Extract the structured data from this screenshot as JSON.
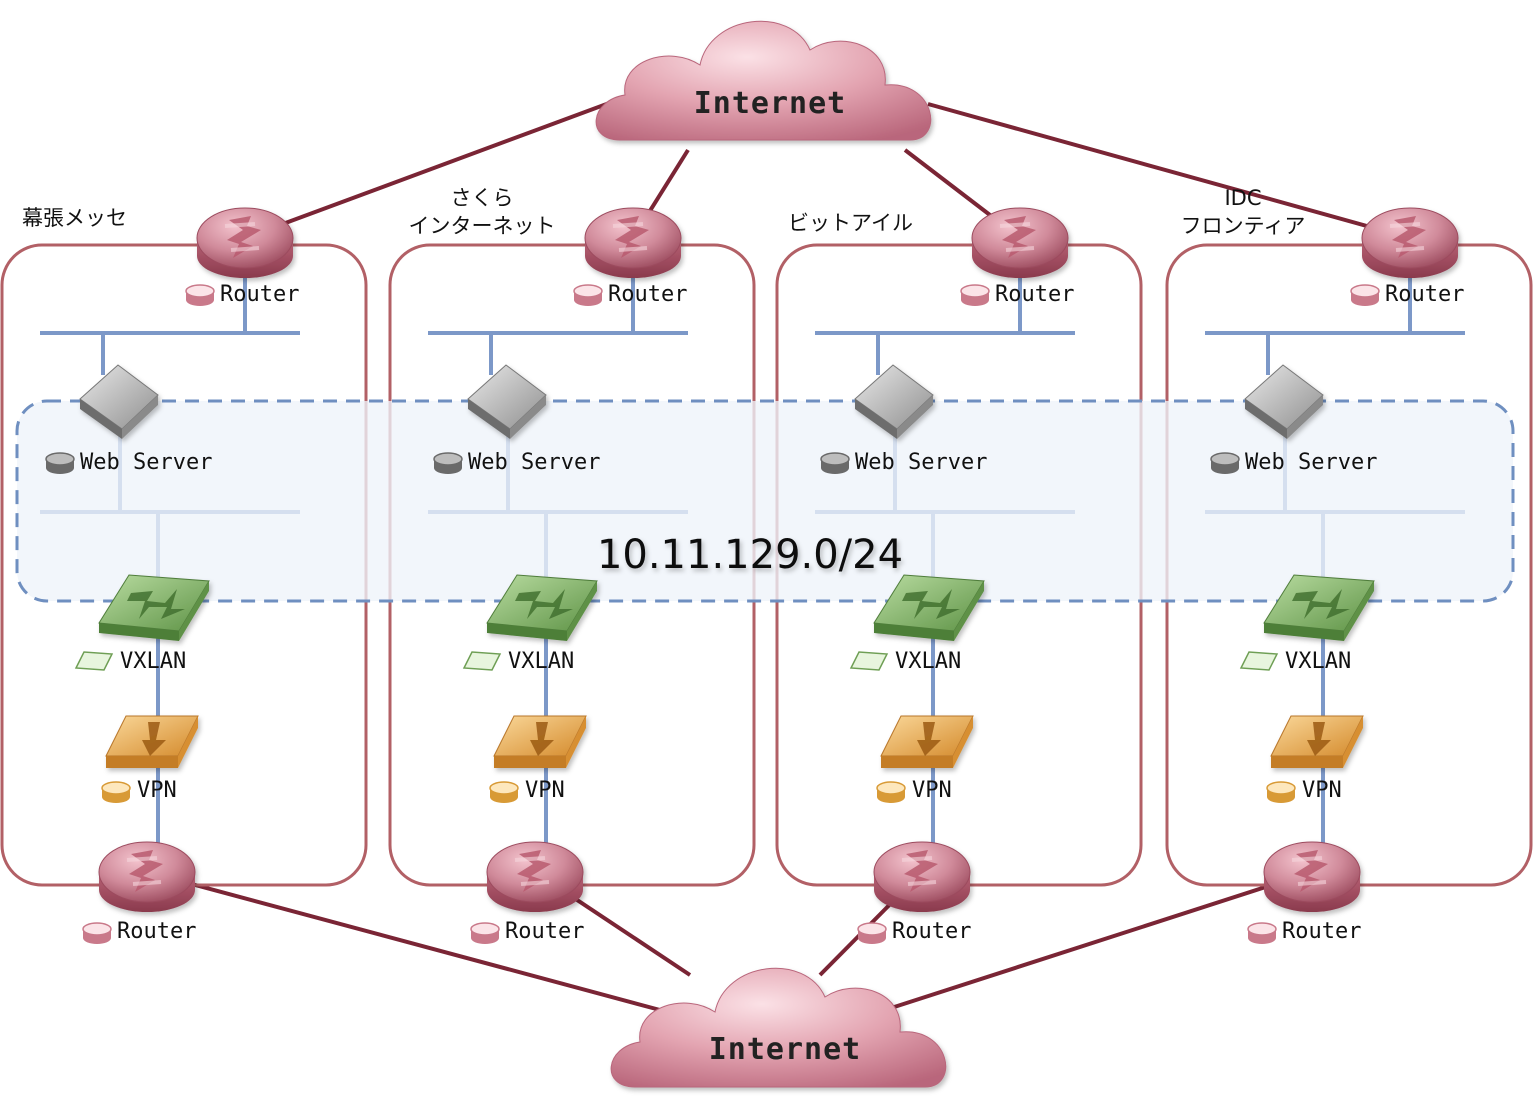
{
  "clouds": {
    "top": {
      "label": "Internet"
    },
    "bottom": {
      "label": "Internet"
    }
  },
  "subnet": {
    "label": "10.11.129.0/24"
  },
  "sites": [
    {
      "name_lines": [
        "幕張メッセ"
      ],
      "top_router": "Router",
      "server": "Web Server",
      "vxlan": "VXLAN",
      "vpn": "VPN",
      "bottom_router": "Router"
    },
    {
      "name_lines": [
        "さくら",
        "インターネット"
      ],
      "top_router": "Router",
      "server": "Web Server",
      "vxlan": "VXLAN",
      "vpn": "VPN",
      "bottom_router": "Router"
    },
    {
      "name_lines": [
        "ビットアイル"
      ],
      "top_router": "Router",
      "server": "Web Server",
      "vxlan": "VXLAN",
      "vpn": "VPN",
      "bottom_router": "Router"
    },
    {
      "name_lines": [
        "IDC",
        "フロンティア"
      ],
      "top_router": "Router",
      "server": "Web Server",
      "vxlan": "VXLAN",
      "vpn": "VPN",
      "bottom_router": "Router"
    }
  ],
  "colors": {
    "wan_link": "#7a2535",
    "lan": "#7c98c8",
    "site_border": "#b26066",
    "subnet_fill": "#eef3fa",
    "subnet_border": "#6f8fc0",
    "router": "#c9798a",
    "switch": "#6f9f55",
    "vpn": "#e1a34a",
    "server": "#8e8e8e"
  },
  "icons": {
    "cloud": "cloud-icon",
    "router": "router-icon",
    "server": "server-icon",
    "vxlan": "vxlan-switch-icon",
    "vpn": "vpn-gateway-icon"
  }
}
